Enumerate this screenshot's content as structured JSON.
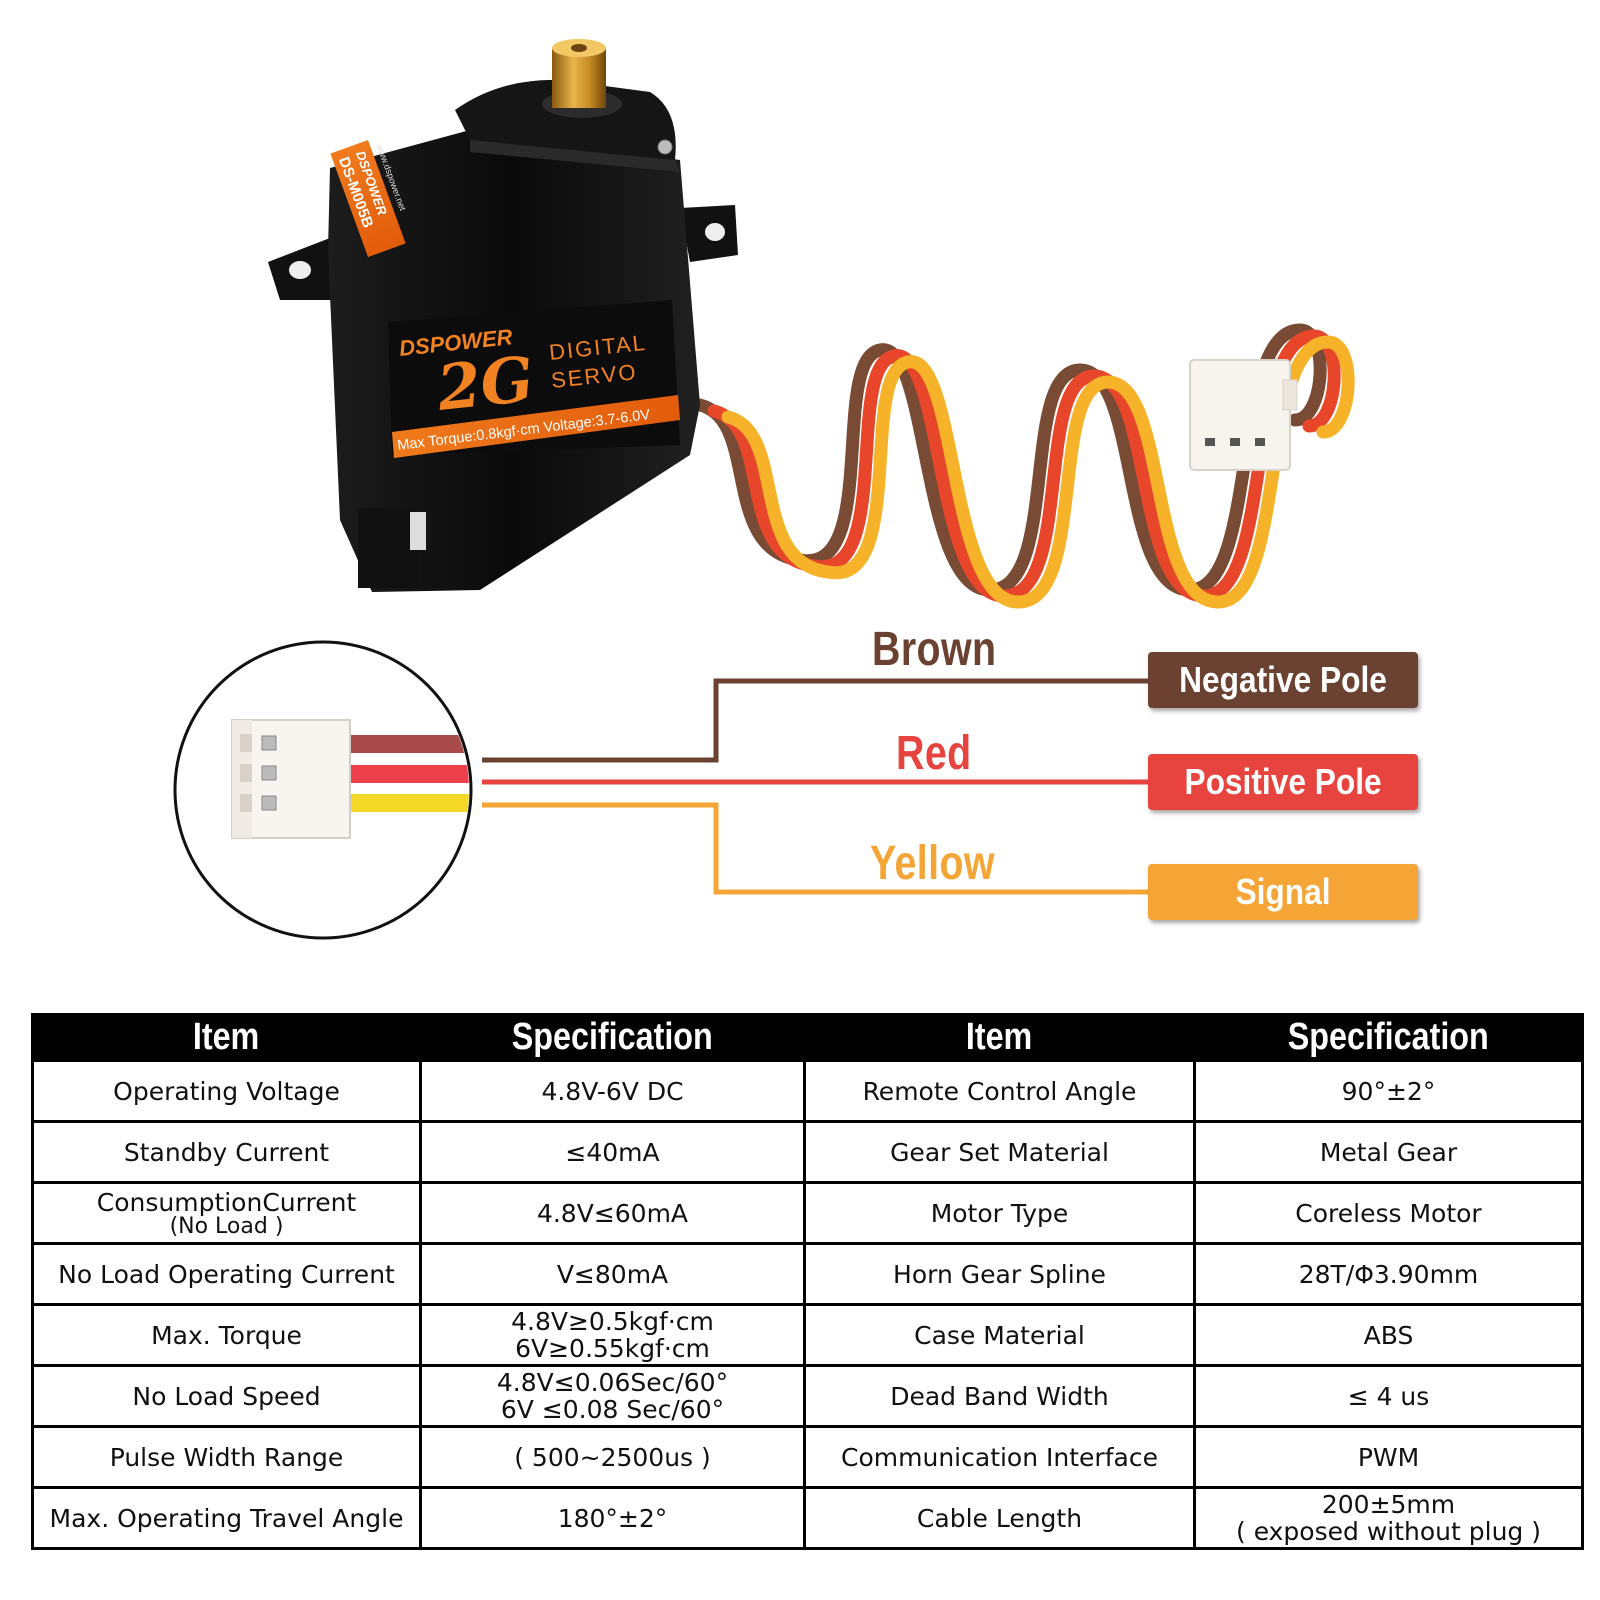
{
  "servo": {
    "brand": "DSPOWER",
    "model": "DS-M005B",
    "website": "www.dspower.net",
    "weight_label": "2G",
    "type_line1": "DIGITAL",
    "type_line2": "SERVO",
    "spec_strip": "Max Torque:0.8kgf·cm  Voltage:3.7-6.0V"
  },
  "wiring": {
    "wires": [
      {
        "color_name": "Brown",
        "function": "Negative Pole",
        "color": "#6b4232"
      },
      {
        "color_name": "Red",
        "function": "Positive Pole",
        "color": "#e8443f"
      },
      {
        "color_name": "Yellow",
        "function": "Signal",
        "color": "#f5a536"
      }
    ]
  },
  "spec_table": {
    "headers": [
      "Item",
      "Specification",
      "Item",
      "Specification"
    ],
    "rows": [
      {
        "item1": "Operating  Voltage",
        "spec1": "4.8V-6V DC",
        "item2": "Remote Control Angle",
        "spec2": "90°±2°"
      },
      {
        "item1": "Standby Current",
        "spec1": "≤40mA",
        "item2": "Gear Set Material",
        "spec2": "Metal Gear"
      },
      {
        "item1": "ConsumptionCurrent",
        "item1_sub": "(No Load )",
        "spec1": "4.8V≤60mA",
        "item2": "Motor Type",
        "spec2": "Coreless Motor"
      },
      {
        "item1": "No Load Operating Current",
        "spec1": "V≤80mA",
        "item2": "Horn Gear Spline",
        "spec2": "28T/Φ3.90mm"
      },
      {
        "item1": "Max. Torque",
        "spec1": "4.8V≥0.5kgf·cm",
        "spec1_line2": "6V≥0.55kgf·cm",
        "item2": "Case Material",
        "spec2": "ABS"
      },
      {
        "item1": "No Load Speed",
        "spec1": "4.8V≤0.06Sec/60°",
        "spec1_line2": "6V ≤0.08 Sec/60°",
        "item2": "Dead Band Width",
        "spec2": "≤ 4 us"
      },
      {
        "item1": "Pulse Width Range",
        "spec1": "( 500~2500us )",
        "item2": "Communication Interface",
        "spec2": "PWM"
      },
      {
        "item1": "Max. Operating Travel Angle",
        "spec1": "180°±2°",
        "item2": "Cable Length",
        "spec2": "200±5mm",
        "spec2_line2": "( exposed without plug )"
      }
    ]
  }
}
